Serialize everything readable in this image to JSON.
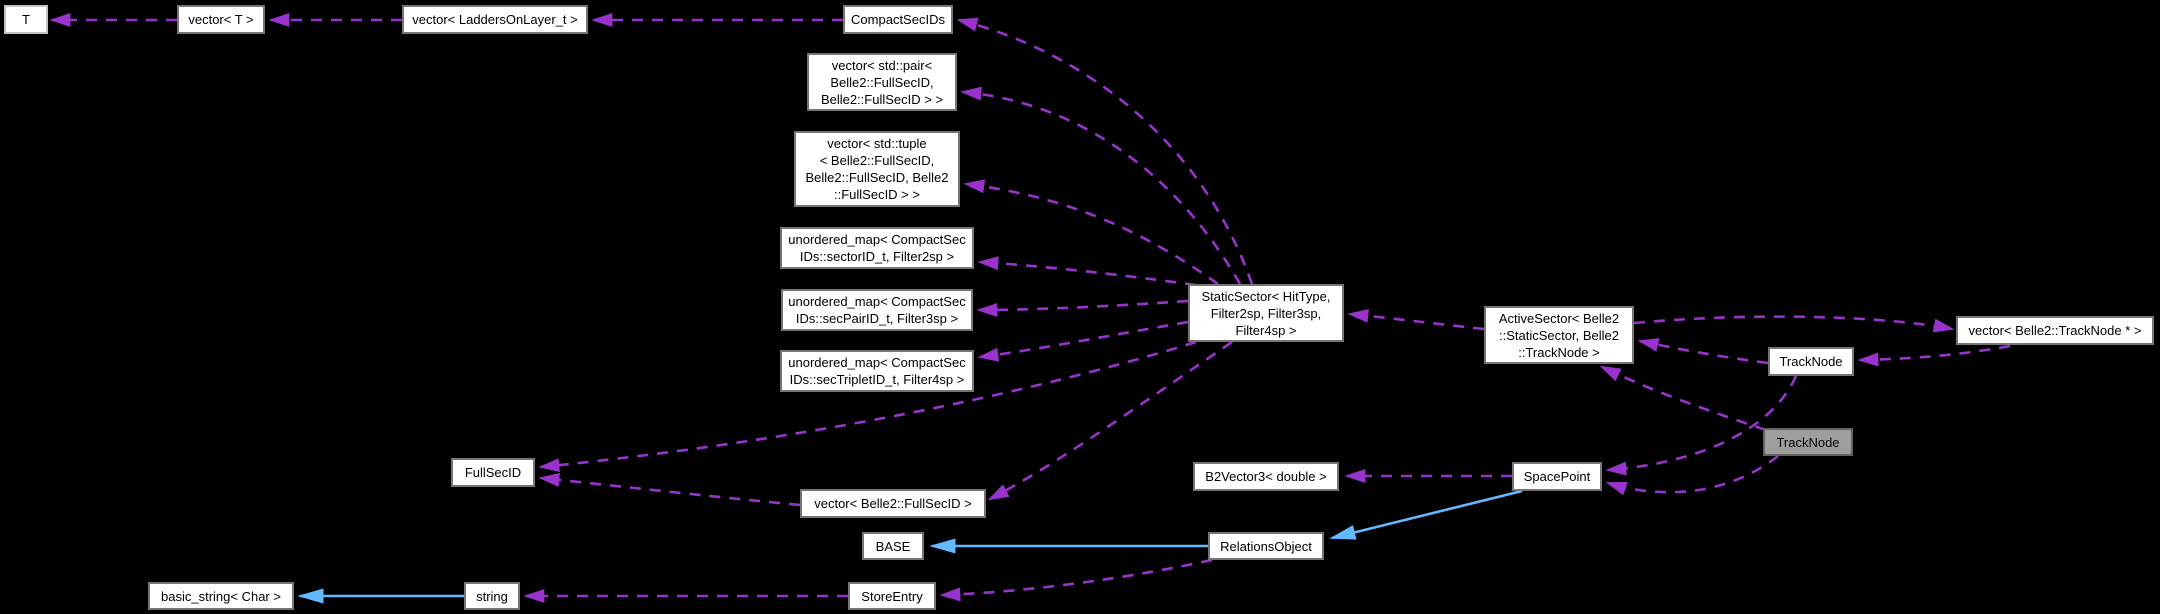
{
  "diagram": {
    "title": "TrackNode collaboration diagram",
    "background": "#000000",
    "colors": {
      "usage_edge": "#9a32cd",
      "inheritance_edge": "#63b8ff",
      "node_fill": "#ffffff",
      "node_border": "#757575",
      "node_text": "#000000",
      "highlight_fill": "#9e9e9e",
      "highlight_border": "#636363"
    },
    "nodes": [
      {
        "id": "t",
        "label": "T",
        "highlighted": false
      },
      {
        "id": "vector-t",
        "label": "vector< T >",
        "highlighted": false
      },
      {
        "id": "vector-ladders-on-layer",
        "label": "vector< LaddersOnLayer_t >",
        "highlighted": false
      },
      {
        "id": "compact-sec-ids",
        "label": "CompactSecIDs",
        "highlighted": false
      },
      {
        "id": "vector-pair-fullsecid",
        "label": "vector< std::pair<\nBelle2::FullSecID,\nBelle2::FullSecID > >",
        "highlighted": false
      },
      {
        "id": "vector-tuple-fullsecid",
        "label": "vector< std::tuple\n< Belle2::FullSecID,\nBelle2::FullSecID, Belle2\n::FullSecID > >",
        "highlighted": false
      },
      {
        "id": "umap-sectorid-filter2sp",
        "label": "unordered_map< CompactSec\nIDs::sectorID_t, Filter2sp >",
        "highlighted": false
      },
      {
        "id": "umap-secpairid-filter3sp",
        "label": "unordered_map< CompactSec\nIDs::secPairID_t, Filter3sp >",
        "highlighted": false
      },
      {
        "id": "umap-sectripletid-filter4sp",
        "label": "unordered_map< CompactSec\nIDs::secTripletID_t, Filter4sp >",
        "highlighted": false
      },
      {
        "id": "static-sector",
        "label": "StaticSector< HitType,\nFilter2sp, Filter3sp,\nFilter4sp >",
        "highlighted": false
      },
      {
        "id": "active-sector",
        "label": "ActiveSector< Belle2\n::StaticSector, Belle2\n::TrackNode >",
        "highlighted": false
      },
      {
        "id": "track-node",
        "label": "TrackNode",
        "highlighted": false
      },
      {
        "id": "vector-track-node-ptr",
        "label": "vector< Belle2::TrackNode * >",
        "highlighted": false
      },
      {
        "id": "track-node-current",
        "label": "TrackNode",
        "highlighted": true
      },
      {
        "id": "full-sec-id",
        "label": "FullSecID",
        "highlighted": false
      },
      {
        "id": "vector-full-sec-id",
        "label": "vector< Belle2::FullSecID >",
        "highlighted": false
      },
      {
        "id": "b2vector3-double",
        "label": "B2Vector3< double >",
        "highlighted": false
      },
      {
        "id": "space-point",
        "label": "SpacePoint",
        "highlighted": false
      },
      {
        "id": "base",
        "label": "BASE",
        "highlighted": false
      },
      {
        "id": "relations-object",
        "label": "RelationsObject",
        "highlighted": false
      },
      {
        "id": "store-entry",
        "label": "StoreEntry",
        "highlighted": false
      },
      {
        "id": "string",
        "label": "string",
        "highlighted": false
      },
      {
        "id": "basic-string-char",
        "label": "basic_string< Char >",
        "highlighted": false
      }
    ],
    "edges": [
      {
        "from": "vector-t",
        "to": "t",
        "type": "usage"
      },
      {
        "from": "vector-ladders-on-layer",
        "to": "vector-t",
        "type": "usage"
      },
      {
        "from": "compact-sec-ids",
        "to": "vector-ladders-on-layer",
        "type": "usage"
      },
      {
        "from": "static-sector",
        "to": "compact-sec-ids",
        "type": "usage"
      },
      {
        "from": "static-sector",
        "to": "vector-pair-fullsecid",
        "type": "usage"
      },
      {
        "from": "static-sector",
        "to": "vector-tuple-fullsecid",
        "type": "usage"
      },
      {
        "from": "static-sector",
        "to": "umap-sectorid-filter2sp",
        "type": "usage"
      },
      {
        "from": "static-sector",
        "to": "umap-secpairid-filter3sp",
        "type": "usage"
      },
      {
        "from": "static-sector",
        "to": "umap-sectripletid-filter4sp",
        "type": "usage"
      },
      {
        "from": "static-sector",
        "to": "full-sec-id",
        "type": "usage"
      },
      {
        "from": "static-sector",
        "to": "vector-full-sec-id",
        "type": "usage"
      },
      {
        "from": "vector-full-sec-id",
        "to": "full-sec-id",
        "type": "usage"
      },
      {
        "from": "active-sector",
        "to": "static-sector",
        "type": "usage"
      },
      {
        "from": "active-sector",
        "to": "vector-track-node-ptr",
        "type": "usage"
      },
      {
        "from": "vector-track-node-ptr",
        "to": "track-node",
        "type": "usage"
      },
      {
        "from": "track-node",
        "to": "active-sector",
        "type": "usage"
      },
      {
        "from": "track-node-current",
        "to": "active-sector",
        "type": "usage"
      },
      {
        "from": "track-node",
        "to": "space-point",
        "type": "usage"
      },
      {
        "from": "track-node-current",
        "to": "space-point",
        "type": "usage"
      },
      {
        "from": "space-point",
        "to": "b2vector3-double",
        "type": "usage"
      },
      {
        "from": "relations-object",
        "to": "store-entry",
        "type": "usage"
      },
      {
        "from": "store-entry",
        "to": "string",
        "type": "usage"
      },
      {
        "from": "space-point",
        "to": "relations-object",
        "type": "inheritance"
      },
      {
        "from": "relations-object",
        "to": "base",
        "type": "inheritance"
      },
      {
        "from": "string",
        "to": "basic-string-char",
        "type": "inheritance"
      }
    ]
  }
}
